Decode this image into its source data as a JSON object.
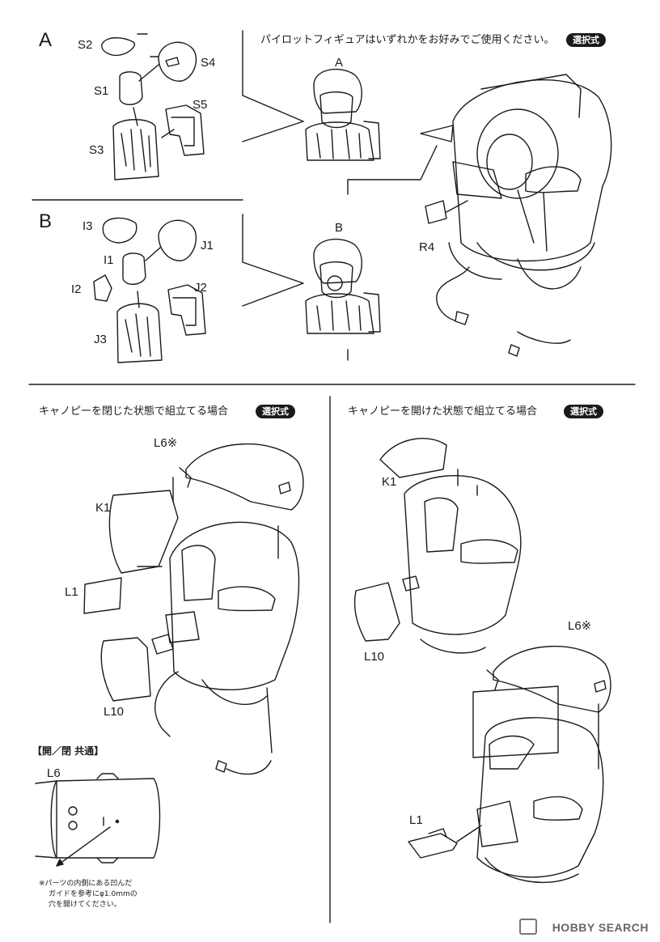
{
  "top": {
    "pilot_note": "パイロットフィギュアはいずれかをお好みでご使用ください。",
    "select_badge": "選択式",
    "variant_a": {
      "letter": "A",
      "parts": [
        "S2",
        "S4",
        "S1",
        "S5",
        "S3"
      ],
      "preview_label": "A"
    },
    "variant_b": {
      "letter": "B",
      "parts": [
        "I3",
        "J1",
        "I1",
        "I2",
        "J2",
        "J3"
      ],
      "preview_label": "B"
    },
    "nozzle_part": "R4"
  },
  "closed": {
    "title": "キャノピーを閉じた状態で組立てる場合",
    "badge": "選択式",
    "parts": [
      "L6※",
      "K1",
      "L1",
      "L10"
    ]
  },
  "open": {
    "title": "キャノピーを開けた状態で組立てる場合",
    "badge": "選択式",
    "parts": [
      "K1",
      "L10",
      "L6※",
      "L1"
    ]
  },
  "common": {
    "title": "【開／閉 共通】",
    "part": "L6",
    "note_lines": [
      "※パーツの内側にある凹んだ",
      "ガイドを参考にφ1.0mmの",
      "穴を開けてください。"
    ]
  },
  "watermark": "HOBBY SEARCH"
}
